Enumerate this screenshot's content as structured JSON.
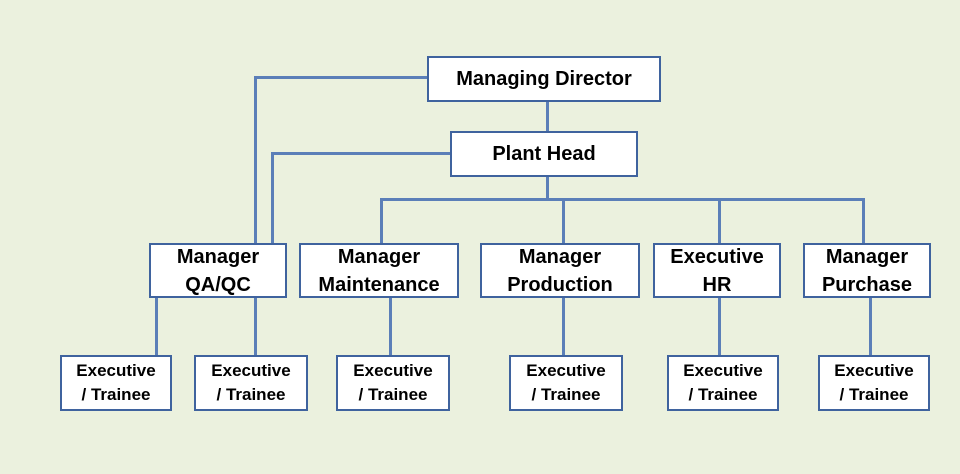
{
  "nodes": {
    "managing_director": {
      "label": "Managing Director"
    },
    "plant_head": {
      "label": "Plant Head"
    },
    "manager_qaqc": {
      "line1": "Manager",
      "line2": "QA/QC"
    },
    "manager_maintenance": {
      "line1": "Manager",
      "line2": "Maintenance"
    },
    "manager_production": {
      "line1": "Manager",
      "line2": "Production"
    },
    "executive_hr": {
      "line1": "Executive",
      "line2": "HR"
    },
    "manager_purchase": {
      "line1": "Manager",
      "line2": "Purchase"
    },
    "trainees": [
      {
        "line1": "Executive",
        "line2": "/ Trainee"
      },
      {
        "line1": "Executive",
        "line2": "/ Trainee"
      },
      {
        "line1": "Executive",
        "line2": "/ Trainee"
      },
      {
        "line1": "Executive",
        "line2": "/ Trainee"
      },
      {
        "line1": "Executive",
        "line2": "/ Trainee"
      },
      {
        "line1": "Executive",
        "line2": "/ Trainee"
      }
    ]
  },
  "colors": {
    "background": "#ebf1de",
    "box_border": "#3f639e",
    "connector": "#5b7fb8",
    "box_fill": "#ffffff"
  }
}
